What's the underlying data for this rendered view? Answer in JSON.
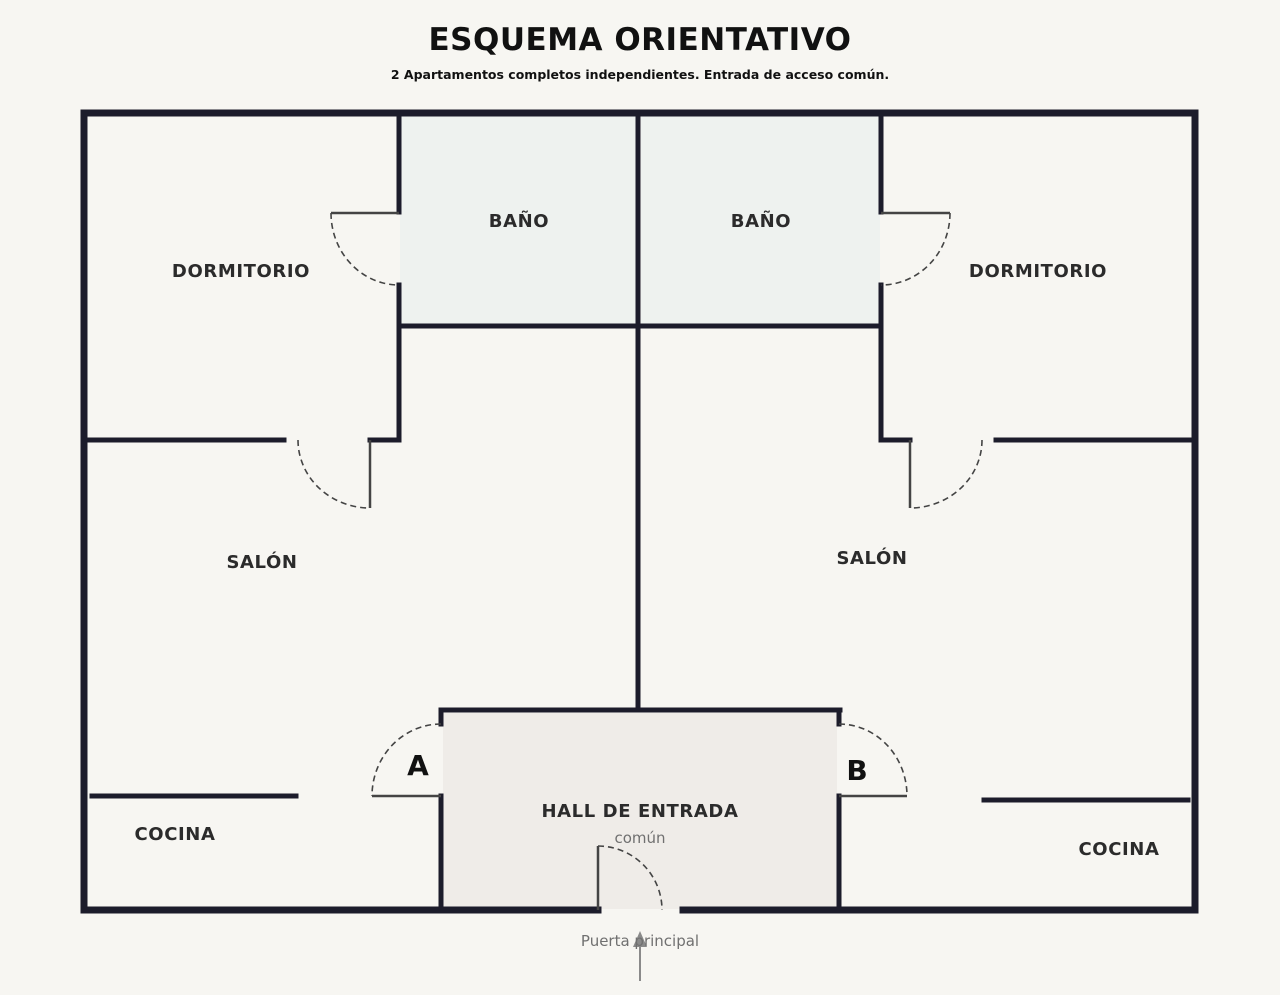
{
  "header": {
    "title": "ESQUEMA ORIENTATIVO",
    "subtitle": "2 Apartamentos completos independientes. Entrada de acceso común."
  },
  "rooms": {
    "dormitorio_left": "DORMITORIO",
    "dormitorio_right": "DORMITORIO",
    "bano_left": "BAÑO",
    "bano_right": "BAÑO",
    "salon_left": "SALÓN",
    "salon_right": "SALÓN",
    "cocina_left": "COCINA",
    "cocina_right": "COCINA",
    "hall": "HALL DE ENTRADA",
    "hall_sub": "común"
  },
  "doors": {
    "a": "A",
    "b": "B",
    "main_entrance": "Puerta principal"
  },
  "colors": {
    "background": "#f7f6f2",
    "wall": "#1c1c2b",
    "bathroom_fill": "#eef2ef",
    "hall_fill": "#efece8",
    "label": "#2b2b2b",
    "muted": "#707070"
  }
}
